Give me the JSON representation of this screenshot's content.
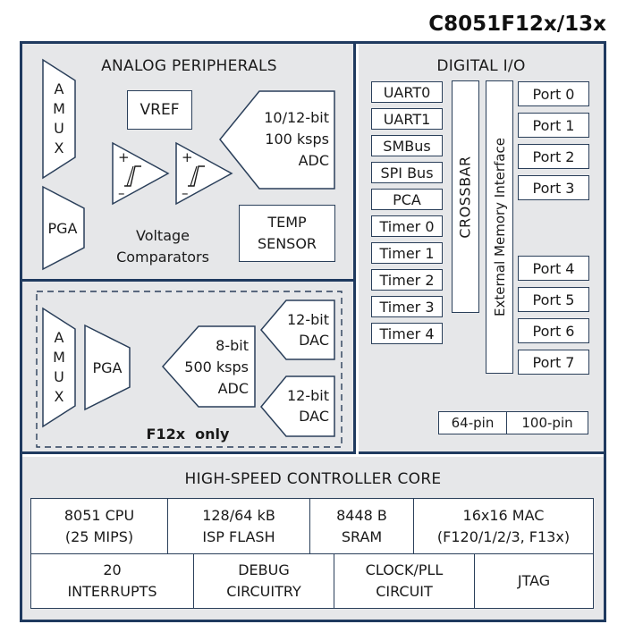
{
  "part_number": "C8051F12x/13x",
  "analog": {
    "title": "ANALOG PERIPHERALS",
    "amux": "A\nM\nU\nX",
    "vref": "VREF",
    "pga": "PGA",
    "adc_main": "10/12-bit\n100 ksps\nADC",
    "comparators": "Voltage\nComparators",
    "temp_sensor": "TEMP\nSENSOR",
    "comp_plus": "+",
    "comp_minus": "–"
  },
  "f12x": {
    "amux": "A\nM\nU\nX",
    "pga": "PGA",
    "adc": "8-bit\n500 ksps\nADC",
    "dac1": "12-bit\nDAC",
    "dac2": "12-bit\nDAC",
    "note": "F12x  only"
  },
  "digital": {
    "title": "DIGITAL I/O",
    "peripherals": [
      "UART0",
      "UART1",
      "SMBus",
      "SPI Bus",
      "PCA",
      "Timer 0",
      "Timer 1",
      "Timer 2",
      "Timer 3",
      "Timer 4"
    ],
    "crossbar": "CROSSBAR",
    "emi": "External Memory Interface",
    "ports_a": [
      "Port 0",
      "Port 1",
      "Port 2",
      "Port 3"
    ],
    "ports_b": [
      "Port 4",
      "Port 5",
      "Port 6",
      "Port 7"
    ],
    "pin64": "64-pin",
    "pin100": "100-pin"
  },
  "core": {
    "title": "HIGH-SPEED CONTROLLER CORE",
    "row1": [
      "8051 CPU\n(25 MIPS)",
      "128/64 kB\nISP FLASH",
      "8448 B\nSRAM",
      "16x16 MAC\n(F120/1/2/3, F13x)"
    ],
    "row2": [
      "20\nINTERRUPTS",
      "DEBUG\nCIRCUITRY",
      "CLOCK/PLL\nCIRCUIT",
      "JTAG"
    ]
  }
}
